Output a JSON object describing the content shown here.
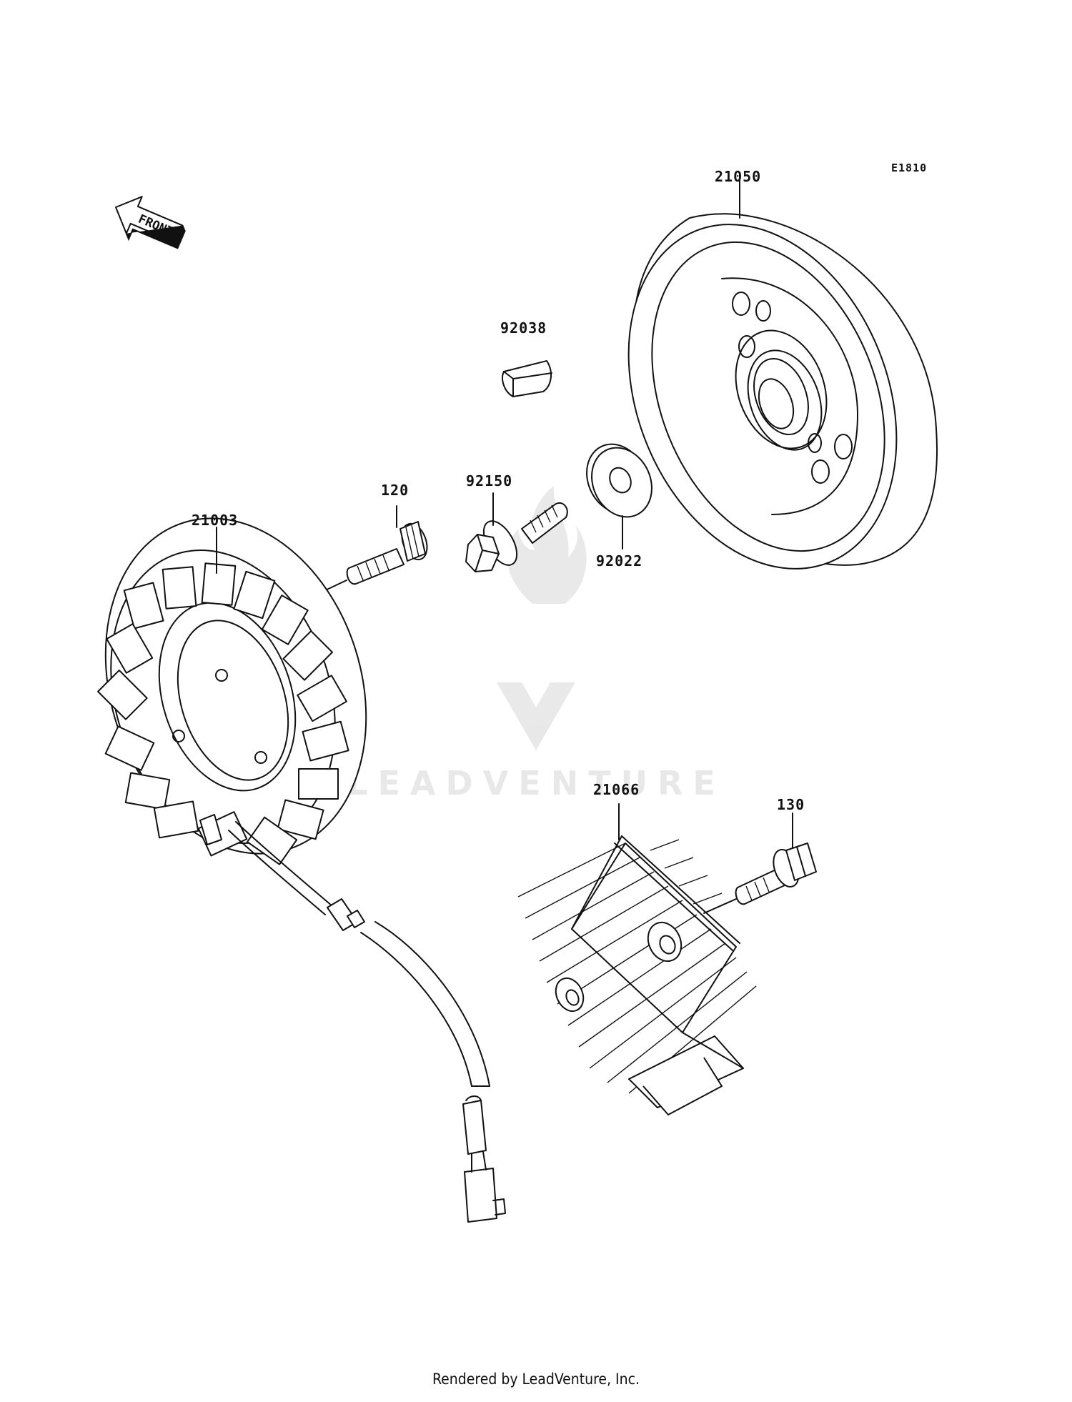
{
  "diagram": {
    "code": "E1810",
    "front_arrow_text": "FRONT",
    "watermark_text": "LEADVENTURE",
    "parts": [
      {
        "id": "21050"
      },
      {
        "id": "92038"
      },
      {
        "id": "92022"
      },
      {
        "id": "92150"
      },
      {
        "id": "120"
      },
      {
        "id": "21003"
      },
      {
        "id": "21066"
      },
      {
        "id": "130"
      }
    ]
  },
  "footer": "Rendered by LeadVenture, Inc."
}
